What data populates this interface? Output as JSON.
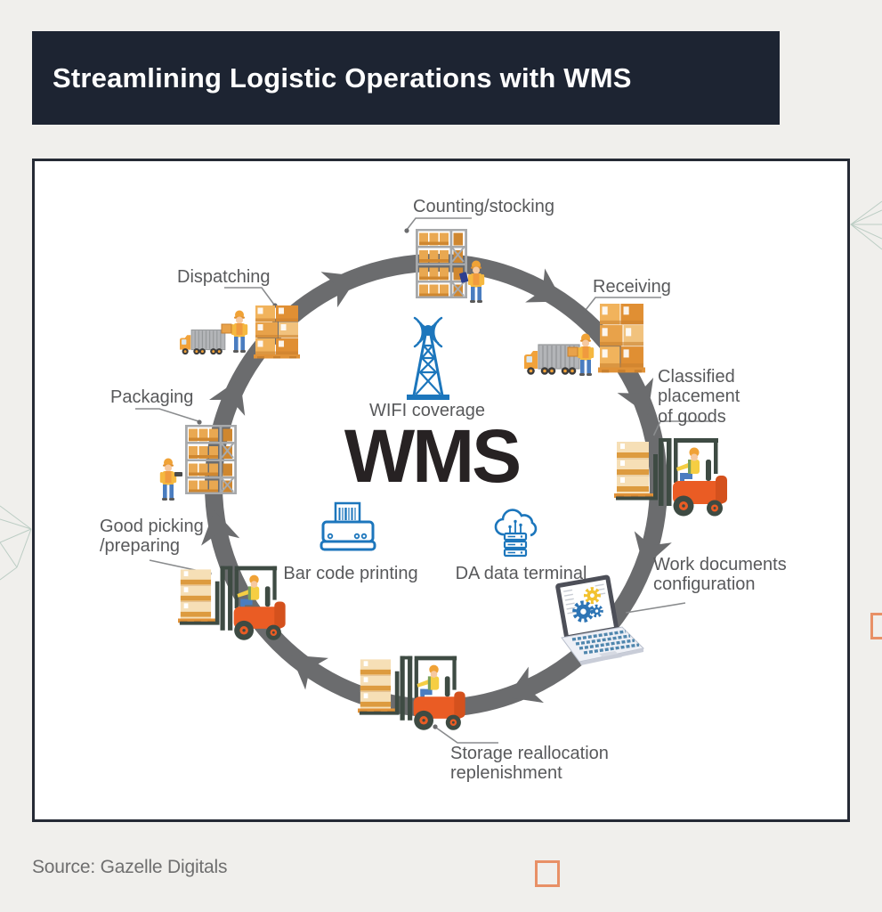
{
  "header": {
    "title": "Streamlining Logistic Operations with WMS"
  },
  "diagram": {
    "center": {
      "acronym": "WMS"
    },
    "hub_items": [
      {
        "label": "WIFI coverage",
        "icon": "radio-tower-icon"
      },
      {
        "label": "Bar code printing",
        "icon": "barcode-printer-icon"
      },
      {
        "label": "DA data terminal",
        "icon": "cloud-server-icon"
      }
    ],
    "stations": [
      {
        "label": "Counting/stocking",
        "icon": "warehouse-rack-worker-icon"
      },
      {
        "label": "Receiving",
        "icon": "truck-unloading-icon"
      },
      {
        "label": "Classified placement of goods",
        "icon": "forklift-icon"
      },
      {
        "label": "Work documents configuration",
        "icon": "laptop-gears-icon"
      },
      {
        "label": "Storage reallocation replenishment",
        "icon": "forklift-icon"
      },
      {
        "label": "Good picking /preparing",
        "icon": "forklift-icon"
      },
      {
        "label": "Packaging",
        "icon": "warehouse-rack-scanner-icon"
      },
      {
        "label": "Dispatching",
        "icon": "truck-loading-icon"
      }
    ],
    "flow_direction": "clockwise"
  },
  "footer": {
    "source": "Source: Gazelle Digitals"
  },
  "colors": {
    "header_bg": "#1d2432",
    "accent_blue": "#1c76bc",
    "ring_gray": "#6b6c6e",
    "label_gray": "#58595b",
    "box_orange": "#e8a24a",
    "forklift_orange": "#ea5c24",
    "deco_orange": "#e89066",
    "page_bg": "#f0efec"
  }
}
